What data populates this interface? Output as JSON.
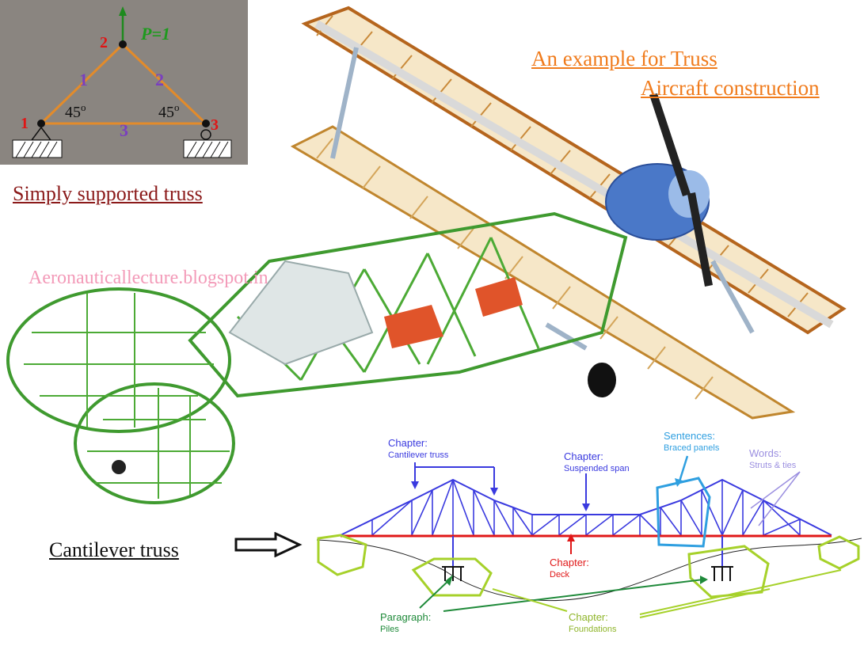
{
  "truss_diagram": {
    "load_label": "P=1",
    "angle_label": "45",
    "angle_unit": "o",
    "nodes": [
      "1",
      "2",
      "3"
    ],
    "members": [
      "1",
      "2",
      "3"
    ],
    "colors": {
      "member": "#e38b2a",
      "node_label": "#e01515",
      "member_label": "#7a3fbf",
      "arrow": "#1e8a1e",
      "load": "#1e9a1e"
    }
  },
  "headings": {
    "simply": "Simply supported truss",
    "example": "An example for Truss",
    "aircraft": "Aircraft construction",
    "cantilever": "Cantilever truss"
  },
  "watermark": "Aeronauticallecture.blogspot.in",
  "bridge": {
    "cantilever": {
      "title": "Chapter:",
      "sub": "Cantilever truss"
    },
    "suspended": {
      "title": "Chapter:",
      "sub": "Suspended span"
    },
    "sentences": {
      "title": "Sentences:",
      "sub": "Braced panels"
    },
    "words": {
      "title": "Words:",
      "sub": "Struts & ties"
    },
    "deck": {
      "title": "Chapter:",
      "sub": "Deck"
    },
    "paragraph": {
      "title": "Paragraph:",
      "sub": "Piles"
    },
    "foundations": {
      "title": "Chapter:",
      "sub": "Foundations"
    },
    "colors": {
      "truss": "#3a3adf",
      "deck": "#e01818",
      "foundation": "#a6d12a",
      "label_green": "#1f8a3a",
      "sentences": "#2f9fe0",
      "words": "#9b8fe0"
    }
  }
}
